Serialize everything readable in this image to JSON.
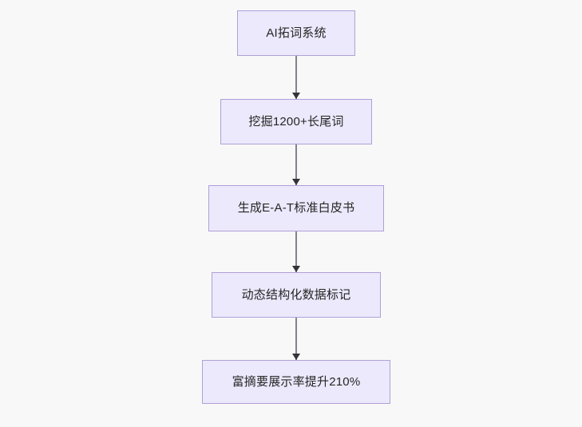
{
  "diagram": {
    "type": "flowchart",
    "direction": "top-to-bottom",
    "background_color": "#f8f8f8",
    "node_fill_color": "#ebe9fb",
    "node_border_color": "#b0a0d8",
    "node_text_color": "#262626",
    "edge_color": "#82828c",
    "arrowhead_color": "#333338",
    "nodes": [
      {
        "id": "n0",
        "label": "AI拓词系统"
      },
      {
        "id": "n1",
        "label": "挖掘1200+长尾词"
      },
      {
        "id": "n2",
        "label": "生成E-A-T标准白皮书"
      },
      {
        "id": "n3",
        "label": "动态结构化数据标记"
      },
      {
        "id": "n4",
        "label": "富摘要展示率提升210%"
      }
    ],
    "edges": [
      {
        "id": "e0",
        "from": "n0",
        "to": "n1",
        "label": ""
      },
      {
        "id": "e1",
        "from": "n1",
        "to": "n2",
        "label": ""
      },
      {
        "id": "e2",
        "from": "n2",
        "to": "n3",
        "label": ""
      },
      {
        "id": "e3",
        "from": "n3",
        "to": "n4",
        "label": ""
      }
    ]
  }
}
